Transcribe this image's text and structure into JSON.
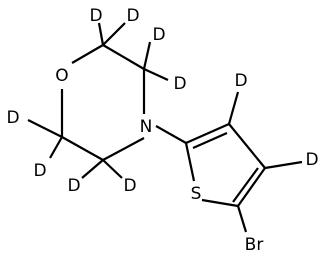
{
  "molecule": {
    "atoms": {
      "O": "O",
      "N": "N",
      "S": "S",
      "Br": "Br",
      "D": "D"
    }
  }
}
